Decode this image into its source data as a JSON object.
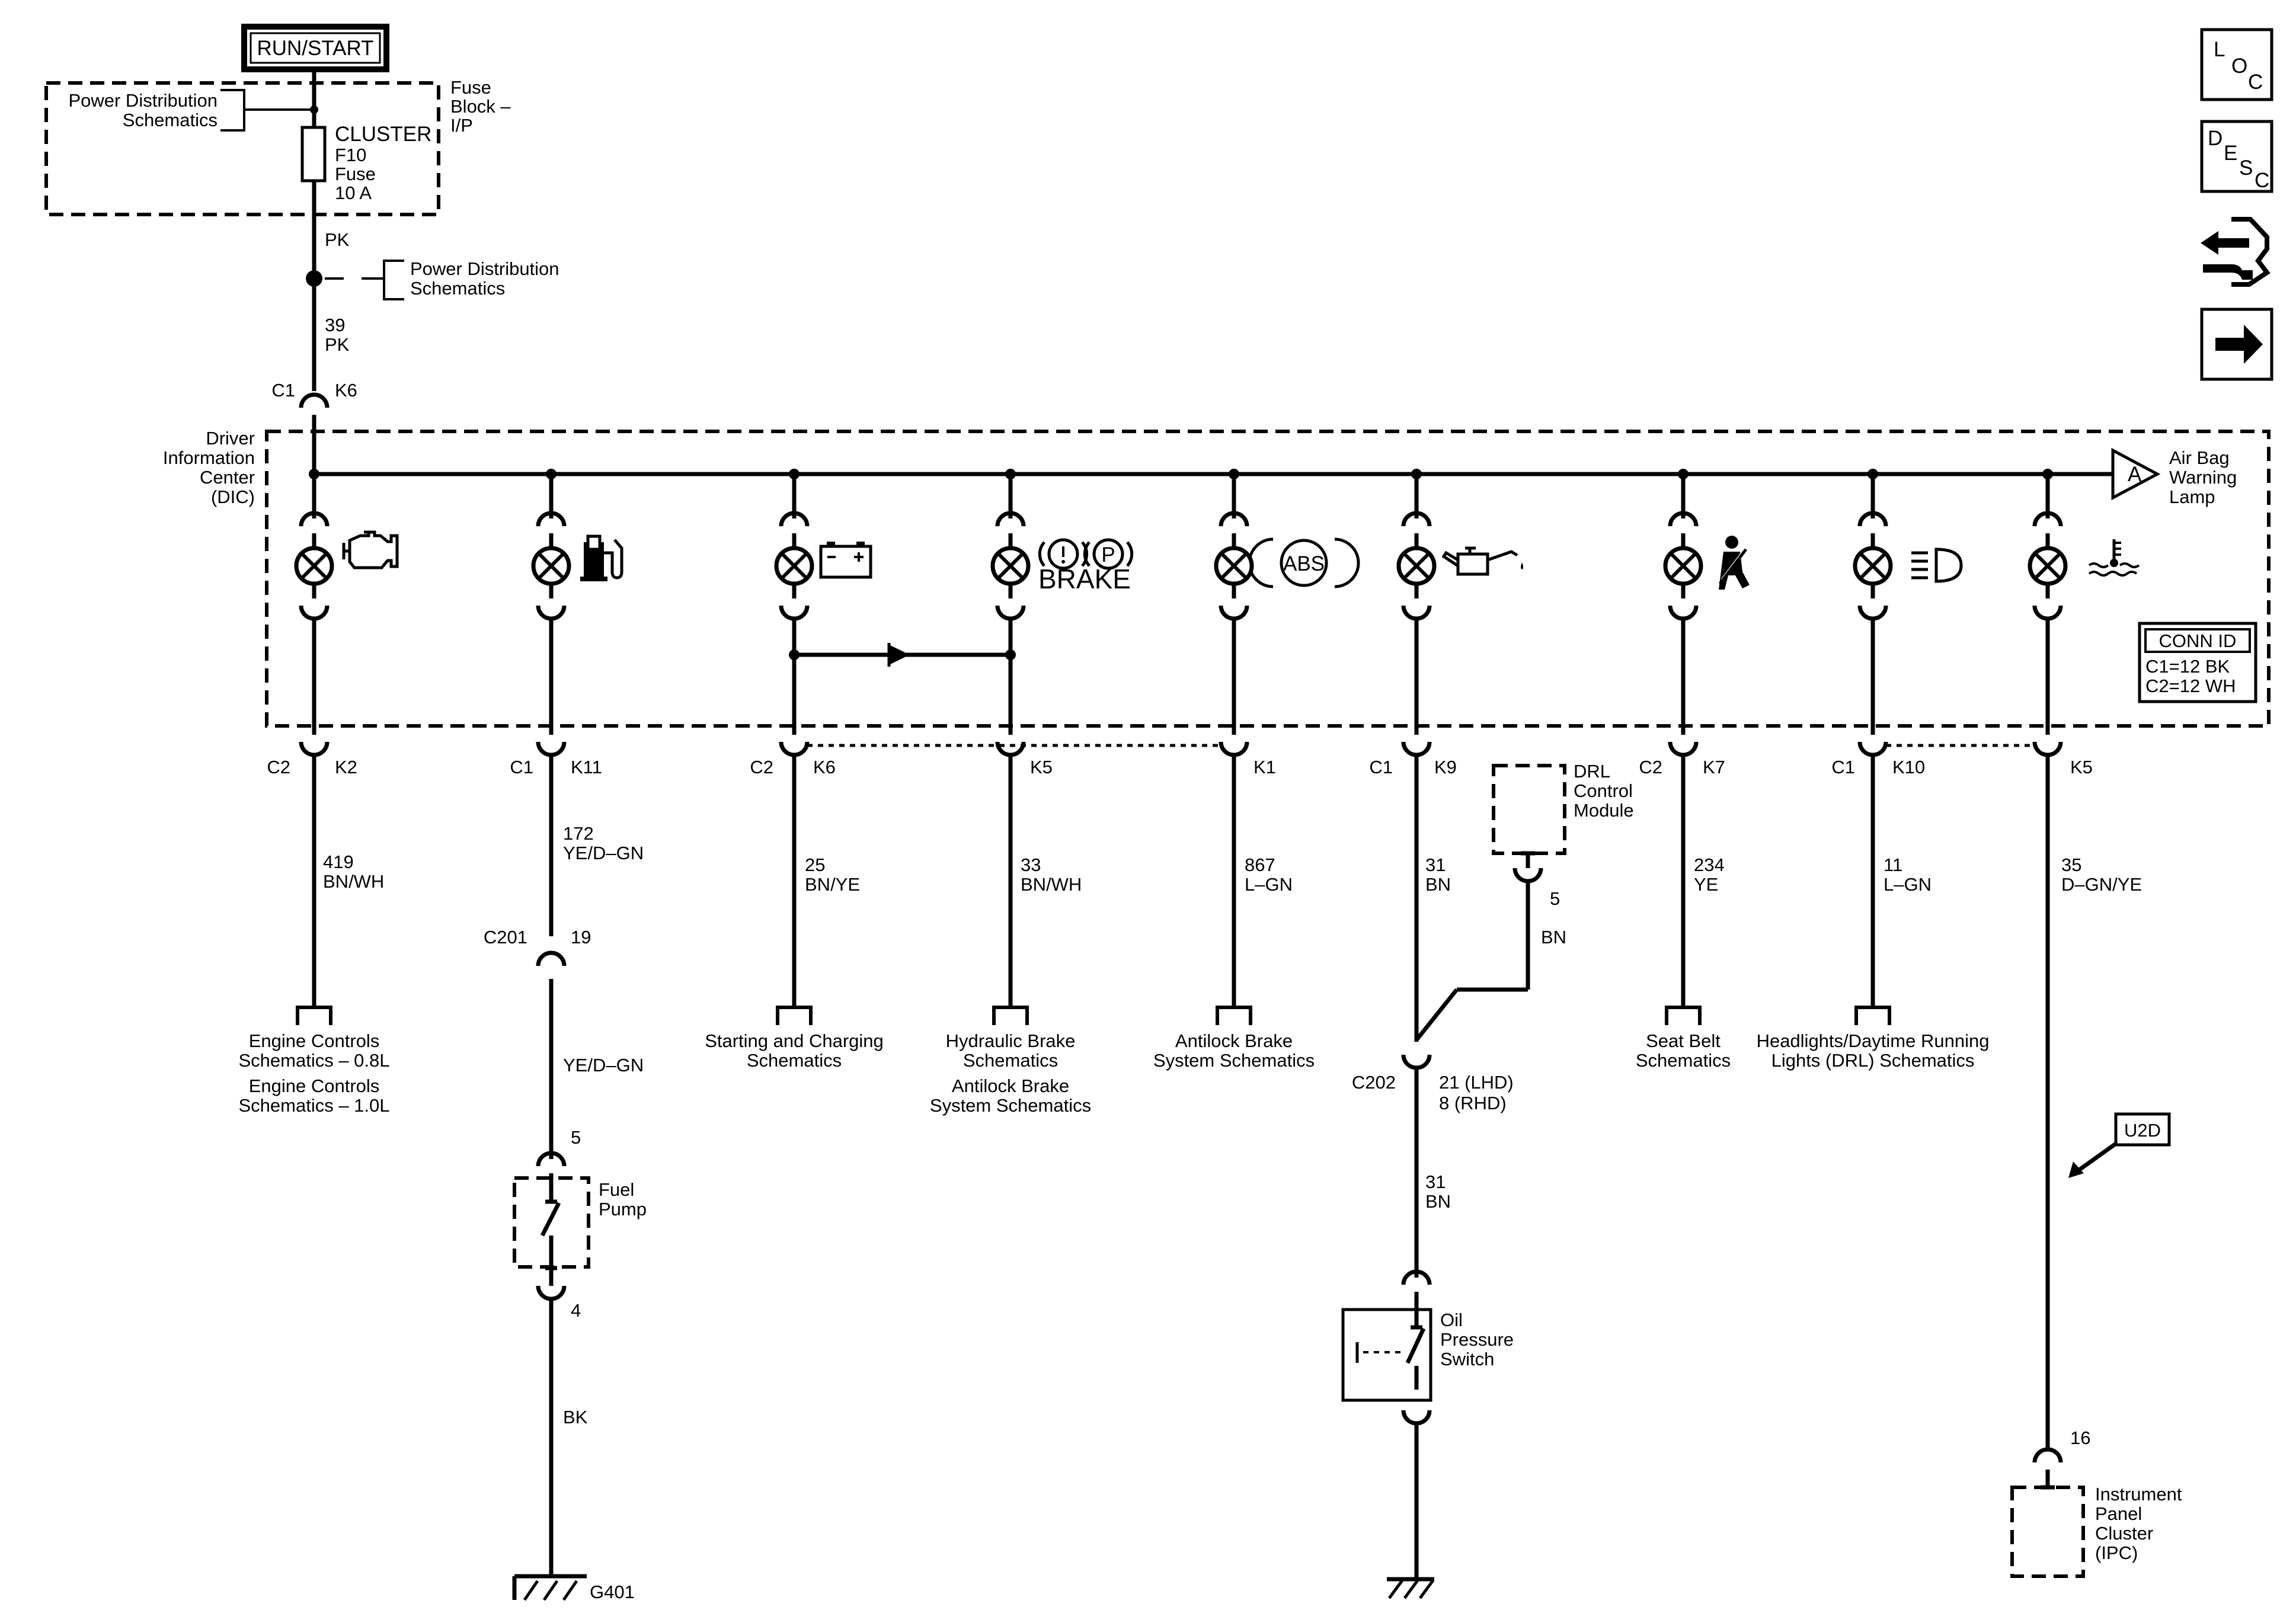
{
  "power": {
    "source": "RUN/START",
    "pd_schematics_1": [
      "Power Distribution",
      "Schematics"
    ],
    "fuse_block": [
      "Fuse",
      "Block –",
      "I/P"
    ],
    "fuse": [
      "CLUSTER",
      "F10",
      "Fuse",
      "10 A"
    ],
    "wire_pk": "PK",
    "pd_schematics_2": [
      "Power Distribution",
      "Schematics"
    ],
    "wire_39": [
      "39",
      "PK"
    ],
    "conn_c1": "C1",
    "pin_k6": "K6"
  },
  "dic": {
    "label": [
      "Driver",
      "Information",
      "Center",
      "(DIC)"
    ],
    "airbag_marker": "A",
    "airbag_label": [
      "Air Bag",
      "Warning",
      "Lamp"
    ],
    "brake_text": "BRAKE",
    "abs_text": "ABS",
    "conn_id": {
      "title": "CONN ID",
      "c1": "C1=12 BK",
      "c2": "C2=12 WH"
    }
  },
  "circuits": [
    {
      "lamp": "Engine",
      "conn": "C2",
      "pin": "K2",
      "wire": [
        "419",
        "BN/WH"
      ],
      "dest": [
        "Engine Controls",
        "Schematics – 0.8L",
        "Engine Controls",
        "Schematics – 1.0L"
      ]
    },
    {
      "lamp": "Fuel level",
      "conn": "C1",
      "pin": "K11",
      "wire": [
        "172",
        "YE/D–GN"
      ],
      "inline_conn": "C201",
      "inline_pin": "19",
      "wire2": "YE/D–GN",
      "pump_top_pin": "5",
      "pump_label": [
        "Fuel",
        "Pump"
      ],
      "pump_bot_pin": "4",
      "wire3": "BK",
      "ground": "G401"
    },
    {
      "lamp": "Charging",
      "conn": "C2",
      "pin": "K6",
      "wire": [
        "25",
        "BN/YE"
      ],
      "dest": [
        "Starting and Charging",
        "Schematics"
      ]
    },
    {
      "lamp": "Brake",
      "conn": "",
      "pin": "K5",
      "wire": [
        "33",
        "BN/WH"
      ],
      "dest": [
        "Hydraulic Brake",
        "Schematics",
        "Antilock Brake",
        "System Schematics"
      ]
    },
    {
      "lamp": "ABS",
      "conn": "",
      "pin": "K1",
      "wire": [
        "867",
        "L–GN"
      ],
      "dest": [
        "Antilock Brake",
        "System Schematics"
      ]
    },
    {
      "lamp": "Oil pressure",
      "conn": "C1",
      "pin": "K9",
      "wire": [
        "31",
        "BN"
      ],
      "drl_module": [
        "DRL",
        "Control",
        "Module"
      ],
      "drl_pin": "5",
      "drl_wire": "BN",
      "splice_conn": "C202",
      "splice_pins": [
        "21 (LHD)",
        "8 (RHD)"
      ],
      "wire2": [
        "31",
        "BN"
      ],
      "switch_label": [
        "Oil",
        "Pressure",
        "Switch"
      ]
    },
    {
      "lamp": "Seat belt",
      "conn": "C2",
      "pin": "K7",
      "wire": [
        "234",
        "YE"
      ],
      "dest": [
        "Seat Belt",
        "Schematics"
      ]
    },
    {
      "lamp": "Headlights",
      "conn": "C1",
      "pin": "K10",
      "wire": [
        "11",
        "L–GN"
      ],
      "dest": [
        "Headlights/Daytime Running",
        "Lights (DRL) Schematics"
      ]
    },
    {
      "lamp": "Coolant temp",
      "conn": "",
      "pin": "K5",
      "wire": [
        "35",
        "D–GN/YE"
      ],
      "u2d": "U2D",
      "ipc_pin": "16",
      "ipc_label": [
        "Instrument",
        "Panel",
        "Cluster",
        "(IPC)"
      ]
    }
  ],
  "side_icons": {
    "loc": [
      "L",
      "O",
      "C"
    ],
    "desc": [
      "D",
      "E",
      "S",
      "C"
    ],
    "names": [
      "loc-icon",
      "desc-icon",
      "connector-wrench-icon",
      "arrow-right-icon"
    ]
  }
}
